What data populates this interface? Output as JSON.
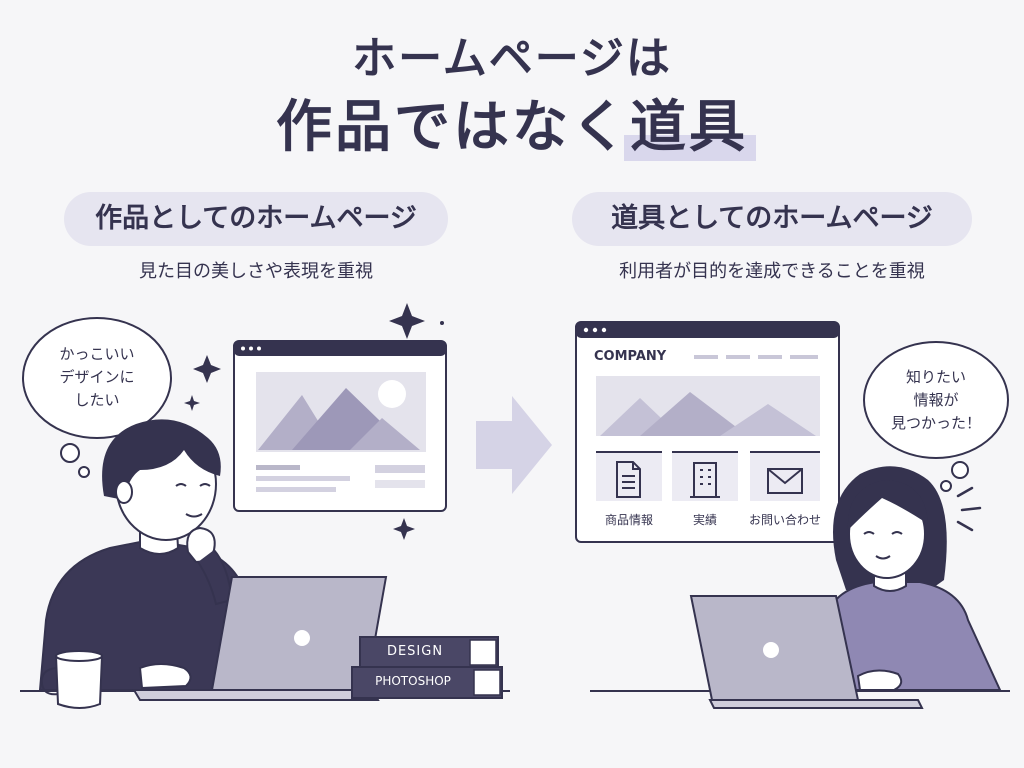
{
  "title": {
    "line1": "ホームページは",
    "line2_prefix": "作品ではなく",
    "line2_highlight": "道具"
  },
  "left": {
    "heading": "作品としてのホームページ",
    "subheading": "見た目の美しさや表現を重視",
    "thought": [
      "かっこいい",
      "デザインに",
      "したい"
    ],
    "books": [
      "DESIGN",
      "PHOTOSHOP"
    ]
  },
  "right": {
    "heading": "道具としてのホームページ",
    "subheading": "利用者が目的を達成できることを重視",
    "thought": [
      "知りたい",
      "情報が",
      "見つかった！"
    ],
    "site": {
      "logo": "COMPANY",
      "cards": [
        {
          "label": "商品情報",
          "icon": "document-icon"
        },
        {
          "label": "実績",
          "icon": "building-icon"
        },
        {
          "label": "お問い合わせ",
          "icon": "mail-icon"
        }
      ]
    }
  },
  "colors": {
    "ink": "#35334f",
    "pill": "#e6e5f0",
    "highlight": "#d9d7ec",
    "arrow": "#d5d3e6",
    "woman_sweater": "#8f88b3",
    "laptop": "#b9b7c9"
  }
}
